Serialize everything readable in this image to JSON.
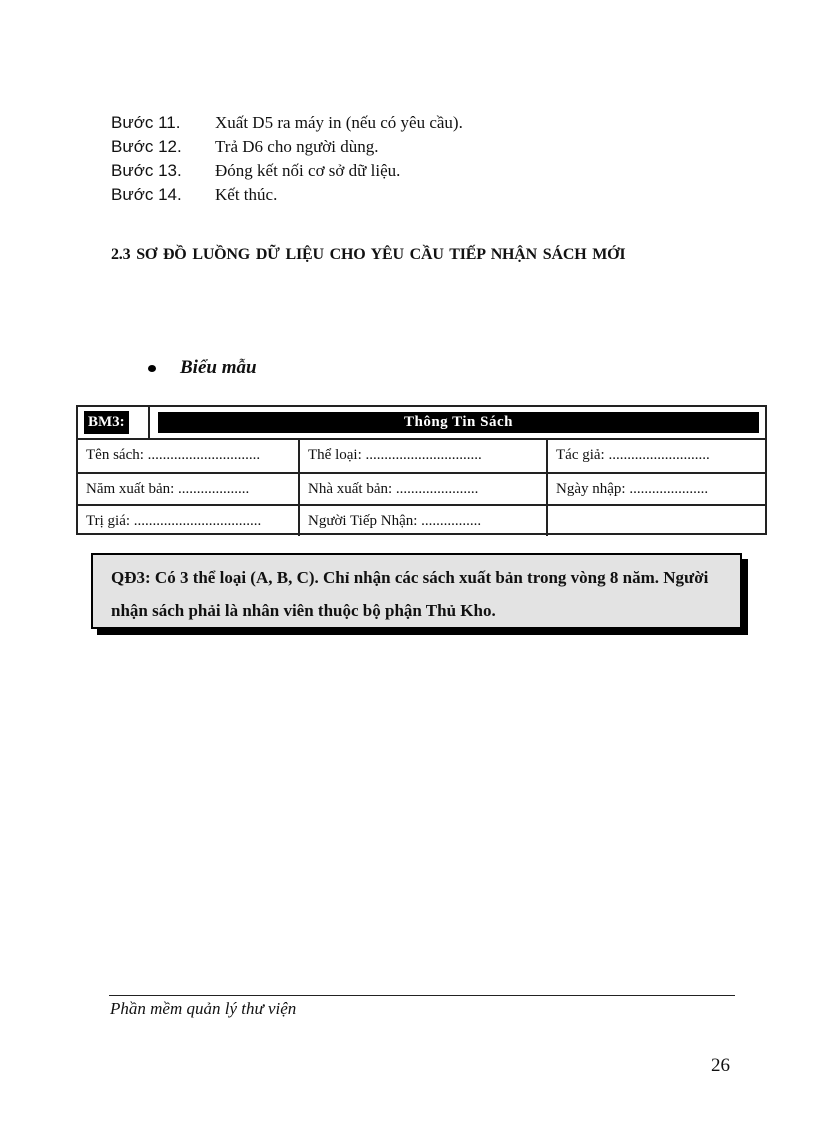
{
  "steps": [
    {
      "label": "Bước 11.",
      "text": "Xuất D5 ra máy in (nếu có yêu cầu)."
    },
    {
      "label": "Bước 12.",
      "text": "Trả D6 cho người dùng."
    },
    {
      "label": "Bước 13.",
      "text": "Đóng kết nối cơ sở dữ liệu."
    },
    {
      "label": "Bước 14.",
      "text": "Kết thúc."
    }
  ],
  "section": {
    "title": "2.3 SƠ ĐỒ LUỒNG DỮ LIỆU  CHO YÊU  CẦU  TIẾP  NHẬN SÁCH MỚI"
  },
  "bullet": {
    "label": "Biểu mẫu"
  },
  "form": {
    "code": "BM3:",
    "title": "Thông Tin Sách",
    "rows": [
      [
        "Tên sách: ..............................",
        "Thể loại: ...............................",
        "Tác giả:  ..........................."
      ],
      [
        "Năm  xuất bản:  ...................",
        "Nhà xuất bản:  ......................",
        "Ngày nhập:  ....................."
      ],
      [
        "Trị giá: ..................................",
        "Người Tiếp Nhận: ................",
        ""
      ]
    ]
  },
  "rule": {
    "text": "QĐ3: Có 3 thể loại (A, B, C). Chỉ nhận các sách xuất bản trong vòng 8 năm. Người nhận sách phải là nhân viên thuộc bộ phận Thủ Kho."
  },
  "footer": {
    "title": "Phần mềm quản lý thư viện",
    "page_number": "26"
  }
}
